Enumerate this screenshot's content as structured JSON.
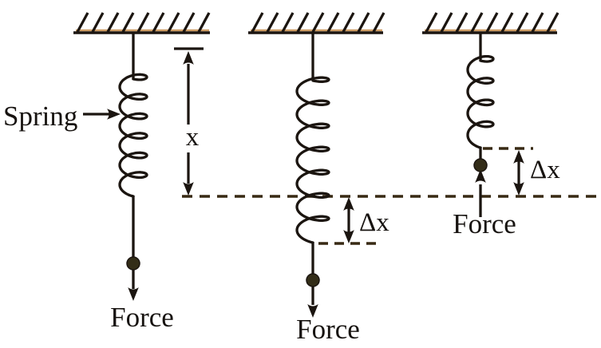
{
  "diagram": {
    "title": "spring-force-diagram",
    "labels": {
      "spring_pointer": "Spring",
      "natural_length": "x",
      "extension": "Δx",
      "compression": "Δx",
      "force_left": "Force",
      "force_middle": "Force",
      "force_right": "Force"
    },
    "colors": {
      "background": "#ffffff",
      "line": "#1b1510",
      "dashed_line": "#382a14",
      "ceiling_tan_edge": "#cf9e66",
      "force_dot": "#332d18",
      "text": "#171310"
    }
  }
}
